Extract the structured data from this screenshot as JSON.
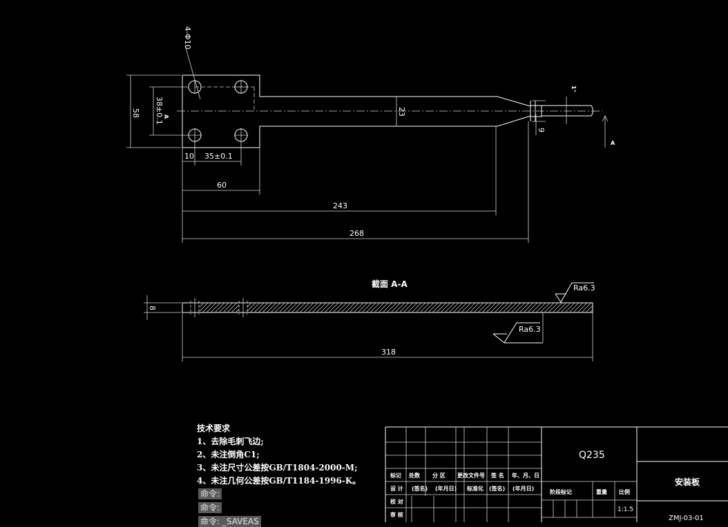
{
  "drawing": {
    "callout_holes": "4-Φ10",
    "dim_58": "58",
    "dim_38": "38±0.1",
    "dim_10": "10",
    "dim_35": "35±0.1",
    "dim_60": "60",
    "dim_243": "243",
    "dim_268": "268",
    "dim_23": "23",
    "dim_9": "9",
    "angle": "1°",
    "section_mark_a1": "A",
    "section_mark_a2": "A",
    "section_title": "截面  A-A",
    "dim_8": "8",
    "dim_318": "318",
    "roughness_1": "Ra6.3",
    "roughness_2": "Ra6.3"
  },
  "tech_requirements": {
    "title": "技术要求",
    "items": [
      "1、去除毛刺飞边;",
      "2、未注倒角C1;",
      "3、未注尺寸公差按GB/T1804-2000-M;",
      "4、未注几何公差按GB/T1184-1996-K。"
    ]
  },
  "command_line": {
    "lines": [
      "命令:",
      "命令:",
      "命令:  _SAVEAS"
    ]
  },
  "title_block": {
    "material": "Q235",
    "part_name": "安装板",
    "drawing_no": "ZMJ-03-01",
    "scale_value": "1:1.5",
    "row_headers": [
      "标记",
      "处数",
      "分 区",
      "更改文件号",
      "签 名",
      "年、月、日"
    ],
    "row_design": [
      "设 计",
      "(签名)",
      "(年月日)",
      "标准化",
      "(签名)",
      "(年月日)"
    ],
    "row_check": "校 对",
    "row_review": "审 核",
    "stage_mark": "阶段标记",
    "weight": "重量",
    "scale": "比例"
  }
}
